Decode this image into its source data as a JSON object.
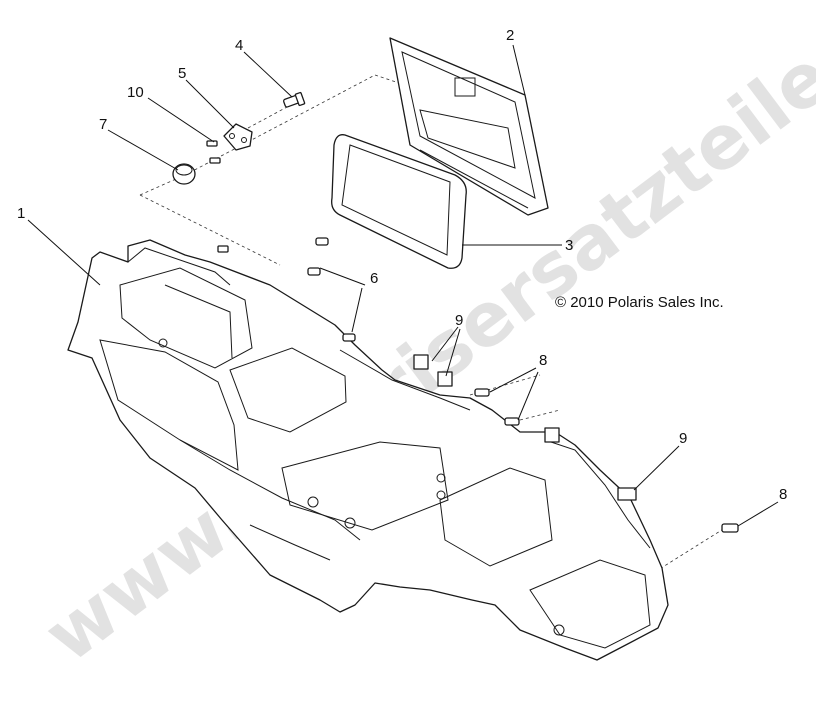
{
  "callouts": [
    {
      "id": "c1",
      "label": "1"
    },
    {
      "id": "c2",
      "label": "2"
    },
    {
      "id": "c3",
      "label": "3"
    },
    {
      "id": "c4",
      "label": "4"
    },
    {
      "id": "c5",
      "label": "5"
    },
    {
      "id": "c6",
      "label": "6"
    },
    {
      "id": "c7",
      "label": "7"
    },
    {
      "id": "c8a",
      "label": "8"
    },
    {
      "id": "c8b",
      "label": "8"
    },
    {
      "id": "c9a",
      "label": "9"
    },
    {
      "id": "c9b",
      "label": "9"
    },
    {
      "id": "c10",
      "label": "10"
    }
  ],
  "copyright": "© 2010 Polaris Sales Inc.",
  "watermark": "www.polarisersatzteile.de"
}
